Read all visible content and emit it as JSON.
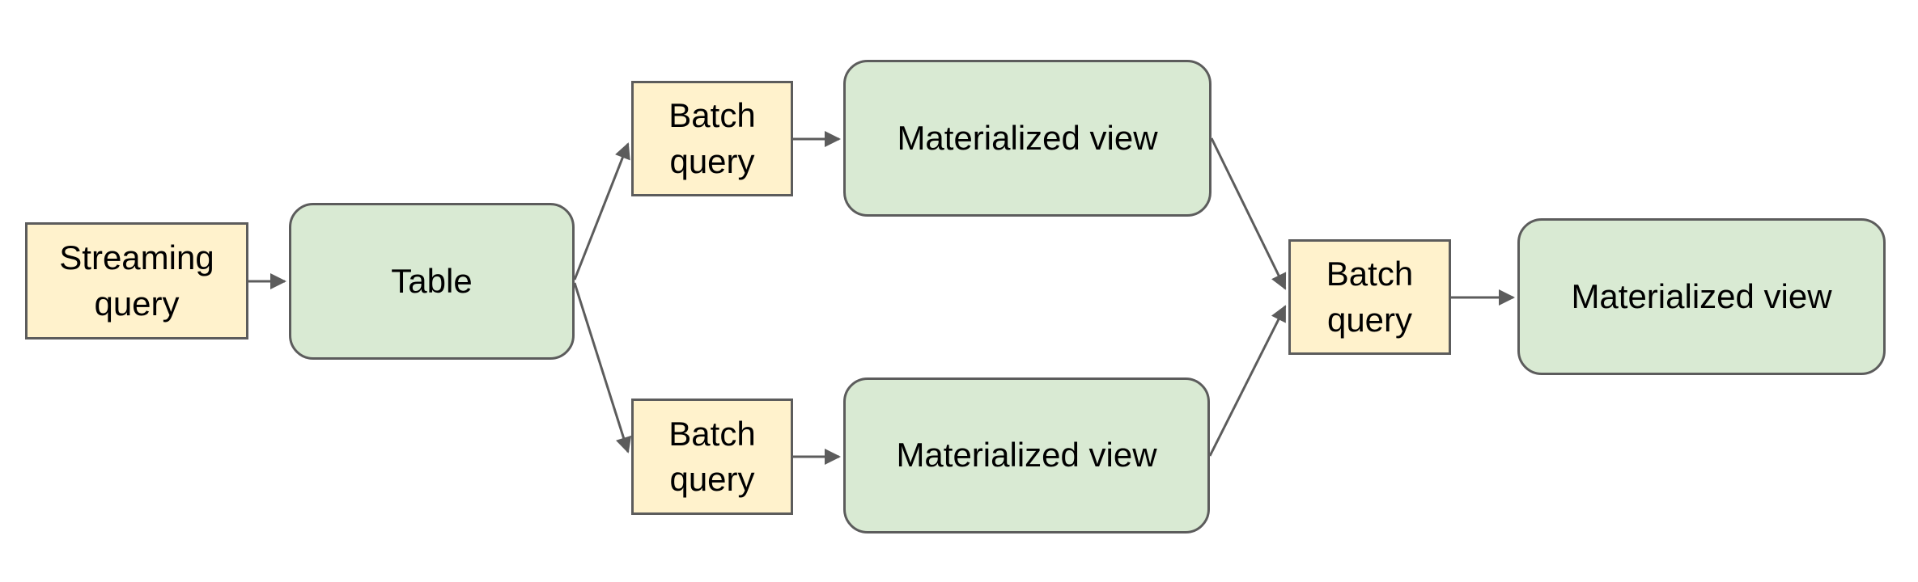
{
  "diagram": {
    "background": "#ffffff",
    "colors": {
      "query_box_fill": "#fff2cc",
      "view_box_fill": "#d9ead3",
      "box_border": "#5c5c5c",
      "arrow": "#5c5c5c",
      "label_text": "#000000"
    },
    "nodes": [
      {
        "id": "streaming-query",
        "label": "Streaming query",
        "kind": "query"
      },
      {
        "id": "table",
        "label": "Table",
        "kind": "entity"
      },
      {
        "id": "batch-query-top",
        "label": "Batch query",
        "kind": "query"
      },
      {
        "id": "materialized-view-top",
        "label": "Materialized view",
        "kind": "entity"
      },
      {
        "id": "batch-query-bottom",
        "label": "Batch query",
        "kind": "query"
      },
      {
        "id": "materialized-view-bottom",
        "label": "Materialized view",
        "kind": "entity"
      },
      {
        "id": "batch-query-final",
        "label": "Batch query",
        "kind": "query"
      },
      {
        "id": "materialized-view-final",
        "label": "Materialized view",
        "kind": "entity"
      }
    ],
    "edges": [
      {
        "from": "streaming-query",
        "to": "table"
      },
      {
        "from": "table",
        "to": "batch-query-top"
      },
      {
        "from": "table",
        "to": "batch-query-bottom"
      },
      {
        "from": "batch-query-top",
        "to": "materialized-view-top"
      },
      {
        "from": "batch-query-bottom",
        "to": "materialized-view-bottom"
      },
      {
        "from": "materialized-view-top",
        "to": "batch-query-final"
      },
      {
        "from": "materialized-view-bottom",
        "to": "batch-query-final"
      },
      {
        "from": "batch-query-final",
        "to": "materialized-view-final"
      }
    ]
  }
}
